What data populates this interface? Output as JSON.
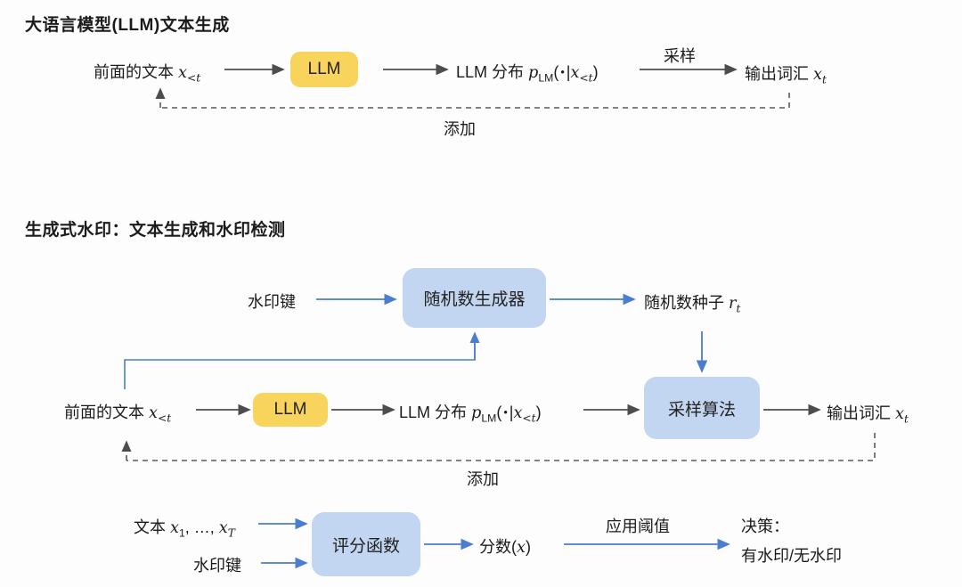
{
  "colors": {
    "yellow_box": "#f8d45c",
    "blue_box": "#c3d6f1",
    "blue_line": "#4a7cd0",
    "gray_line": "#4d4d4d",
    "dashed_line": "#5a5a5a",
    "text": "#1b1b1b"
  },
  "section1": {
    "title": "大语言模型(LLM)文本生成",
    "prev_text": {
      "label": "前面的文本 ",
      "var": "x",
      "sub": "<t"
    },
    "llm_box_label": "LLM",
    "dist": {
      "label": "LLM 分布  ",
      "p": "p",
      "p_sub": "LM",
      "open": "(",
      "dot": "•",
      "bar": "|",
      "var": "x",
      "var_sub": "<t",
      "close": ")"
    },
    "sample_arrow_label": "采样",
    "output": {
      "label": "输出词汇 ",
      "var": "x",
      "sub": "t"
    },
    "append_label": "添加"
  },
  "section2": {
    "title": "生成式水印：文本生成和水印检测",
    "watermark_key": "水印键",
    "rng_box_label": "随机数生成器",
    "seed": {
      "label": "随机数种子 ",
      "var": "r",
      "sub": "t"
    },
    "prev_text": {
      "label": "前面的文本 ",
      "var": "x",
      "sub": "<t"
    },
    "llm_box_label": "LLM",
    "dist": {
      "label": "LLM 分布  ",
      "p": "p",
      "p_sub": "LM",
      "open": "(",
      "dot": "•",
      "bar": "|",
      "var": "x",
      "var_sub": "<t",
      "close": ")"
    },
    "sampler_box_label": "采样算法",
    "output": {
      "label": "输出词汇 ",
      "var": "x",
      "sub": "t"
    },
    "append_label": "添加"
  },
  "section3": {
    "text_input": {
      "label": "文本 ",
      "var1": "x",
      "sub1": "1",
      "mid": ", …, ",
      "var2": "x",
      "sub2": "T"
    },
    "watermark_key": "水印键",
    "score_box_label": "评分函数",
    "score": {
      "label": "分数(",
      "var": "x",
      "close": ")"
    },
    "threshold_arrow_label": "应用阈值",
    "decision_line1": "决策：",
    "decision_line2": "有水印/无水印"
  }
}
